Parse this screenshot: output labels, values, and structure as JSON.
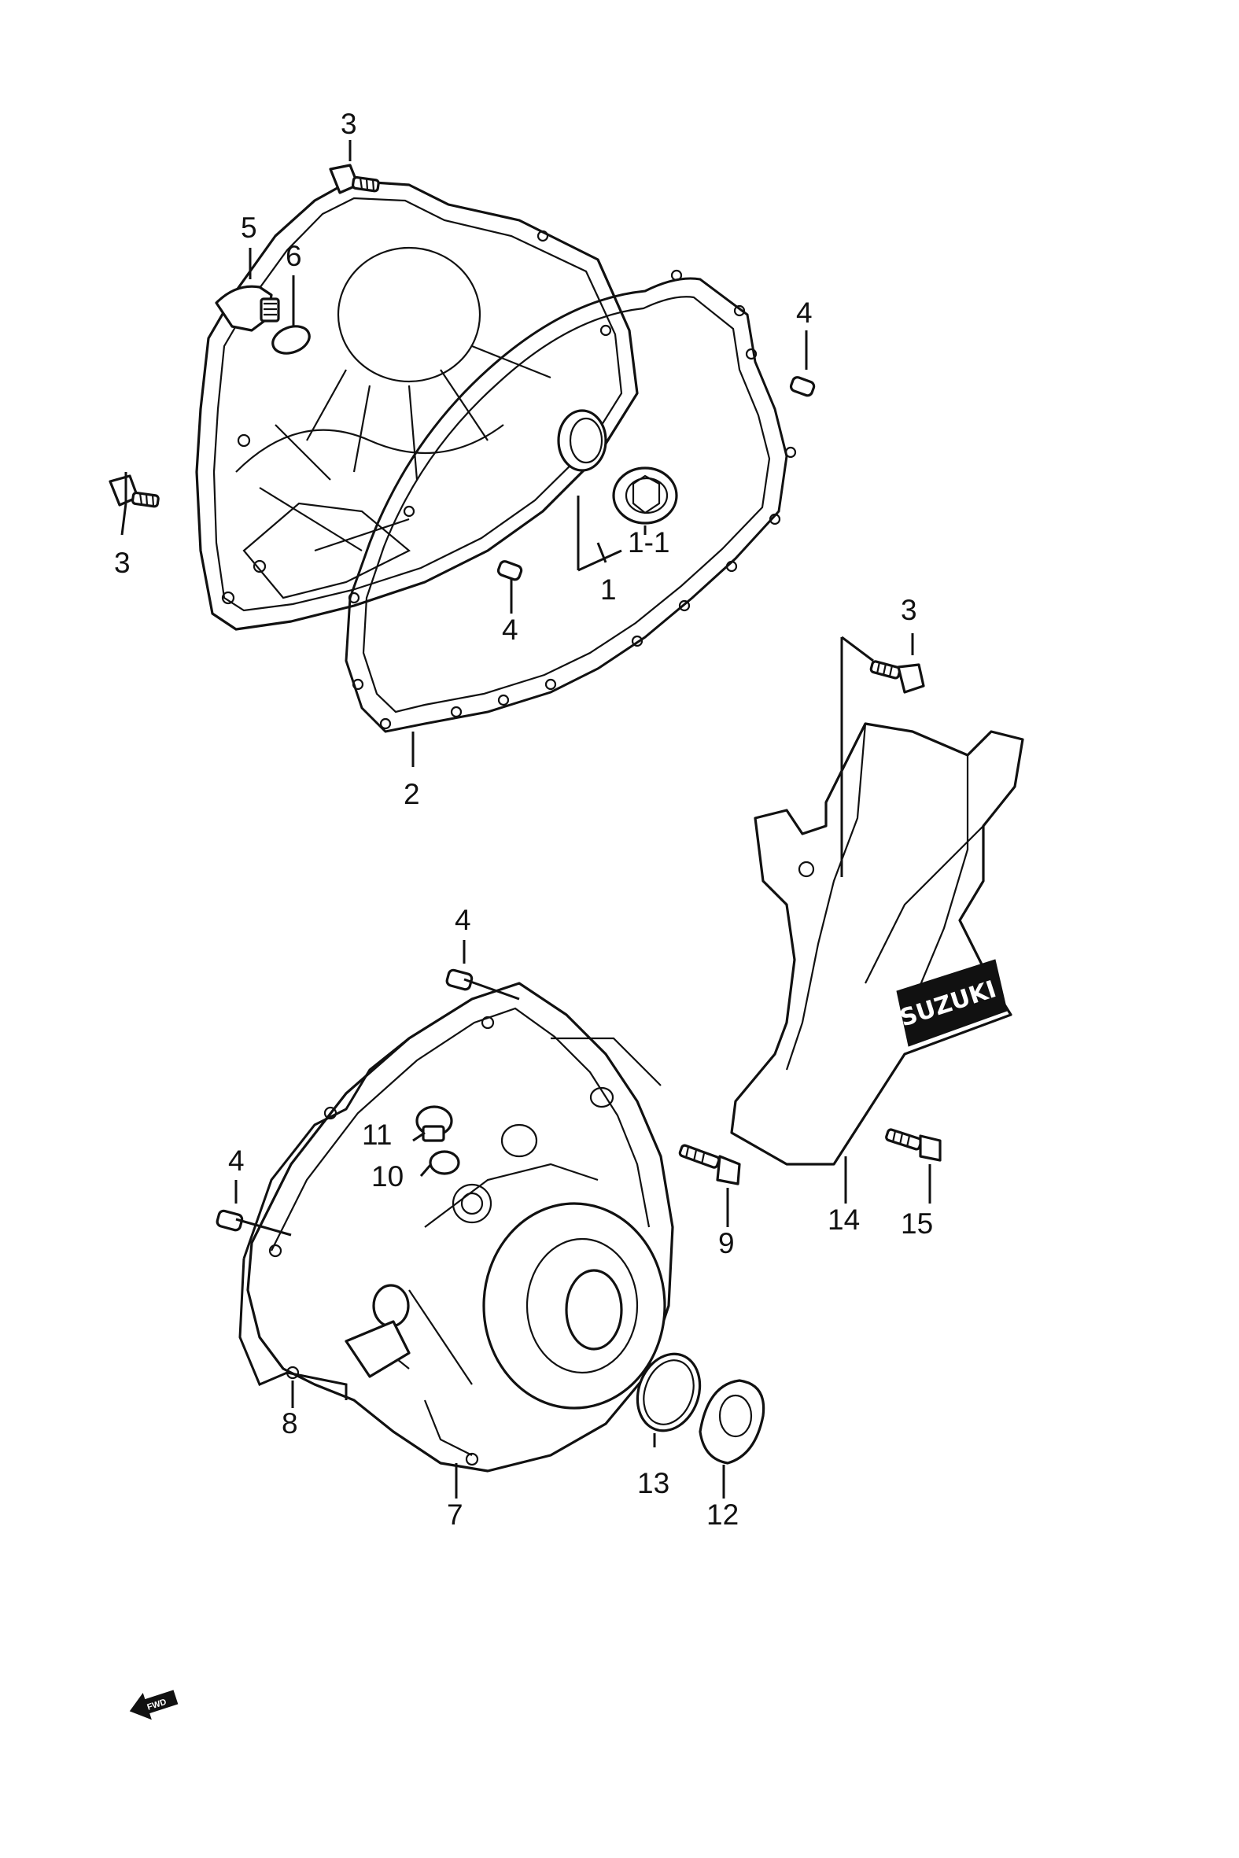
{
  "callouts": {
    "c1": "1",
    "c1_1": "1-1",
    "c2": "2",
    "c3": "3",
    "c4": "4",
    "c5": "5",
    "c6": "6",
    "c7": "7",
    "c8": "8",
    "c9": "9",
    "c10": "10",
    "c11": "11",
    "c12": "12",
    "c13": "13",
    "c14": "14",
    "c15": "15"
  },
  "guard_brand": "SUZUKI",
  "fwd_arrow": "FWD",
  "colors": {
    "line": "#111111",
    "background": "#ffffff"
  }
}
